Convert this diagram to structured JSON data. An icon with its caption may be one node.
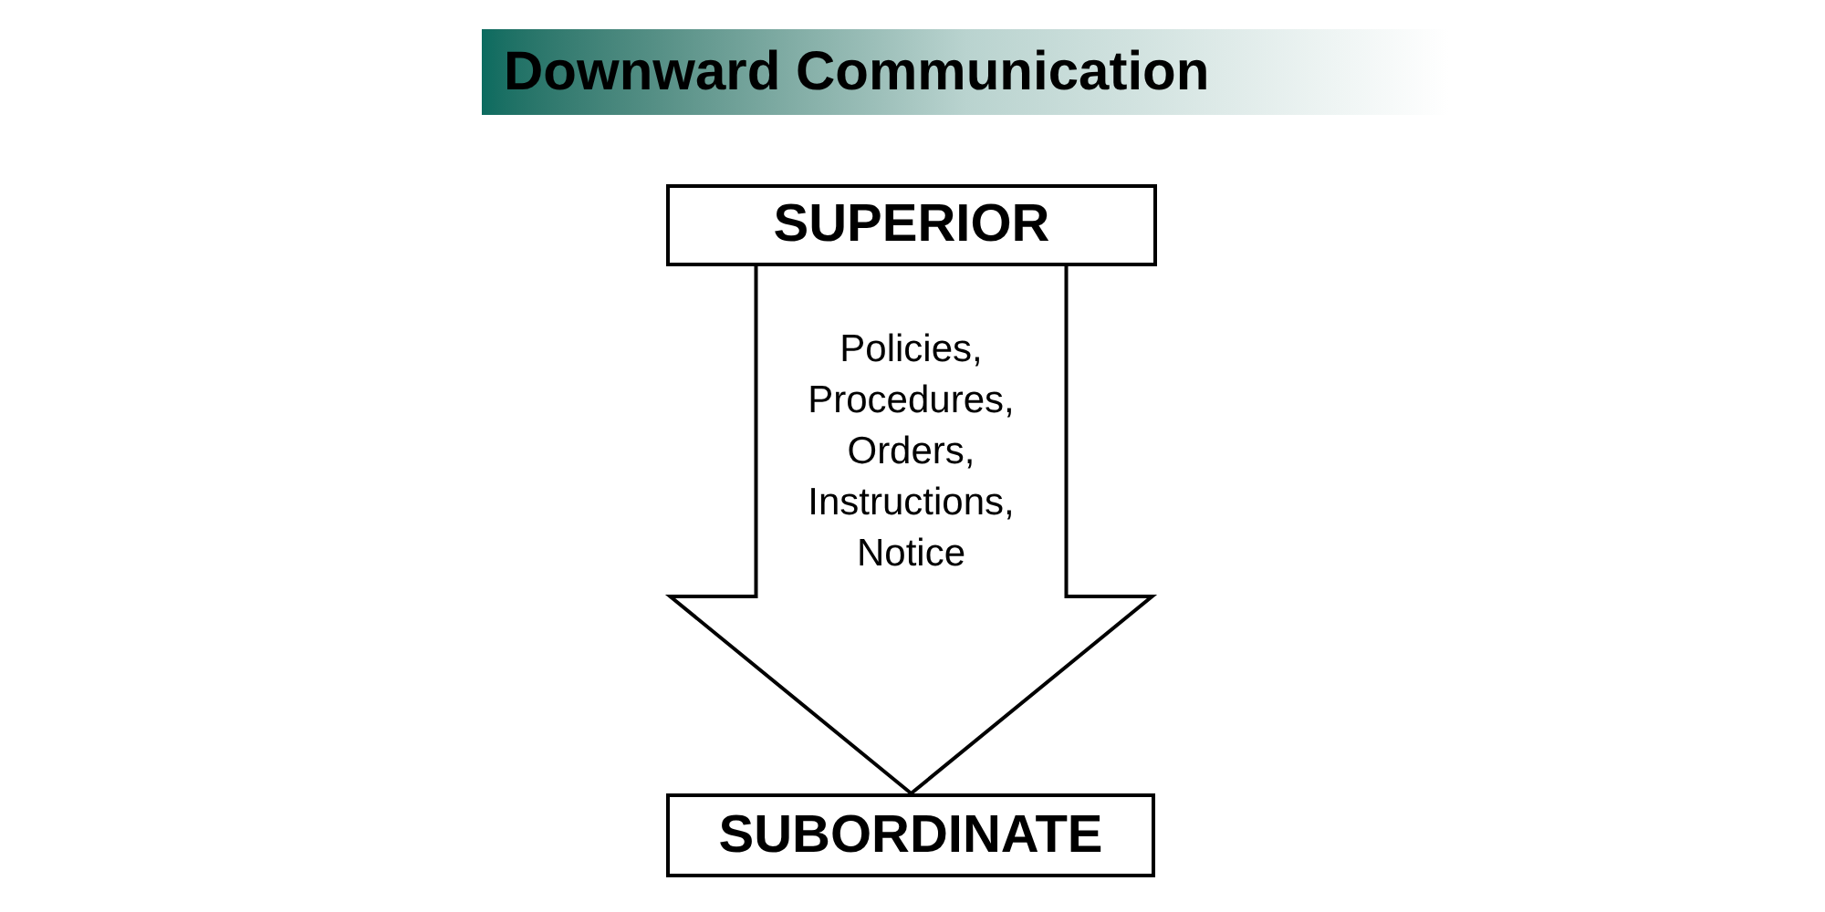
{
  "diagram": {
    "title": "Downward Communication",
    "nodes": [
      {
        "text": [
          "SUPERIOR"
        ]
      },
      {
        "text": [
          "SUBORDINATE"
        ]
      }
    ],
    "edges": [
      {
        "from": 0,
        "to": 1,
        "arrow": "to",
        "style": "thick",
        "label": "Policies, Procedures, Orders, Instructions, Notice"
      }
    ]
  }
}
